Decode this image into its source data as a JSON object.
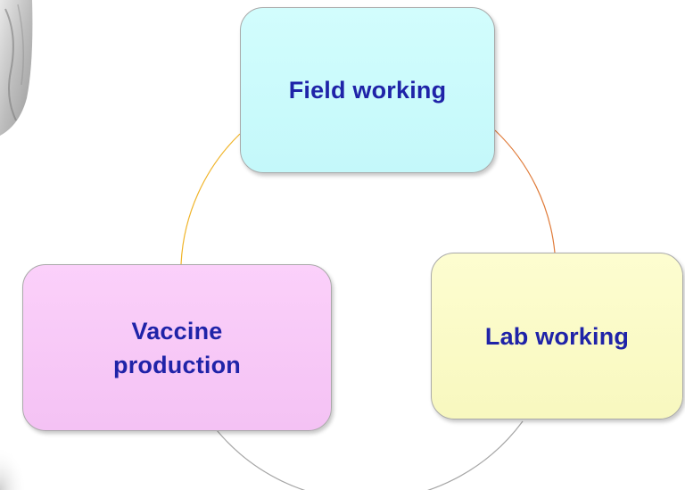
{
  "diagram": {
    "nodes": [
      {
        "id": "field",
        "label": "Field working",
        "fill": "#c9fbfc"
      },
      {
        "id": "lab",
        "label": "Lab working",
        "fill": "#fbfbc6"
      },
      {
        "id": "vaccine",
        "label": "Vaccine\nproduction",
        "fill": "#f7c8f7"
      }
    ],
    "connectors": [
      {
        "from": "field",
        "to": "lab",
        "color": "#e07b39"
      },
      {
        "from": "lab",
        "to": "vaccine",
        "color": "#a6a6a6"
      },
      {
        "from": "vaccine",
        "to": "field",
        "color": "#f0b429"
      }
    ],
    "label_color": "#1f23a8"
  }
}
